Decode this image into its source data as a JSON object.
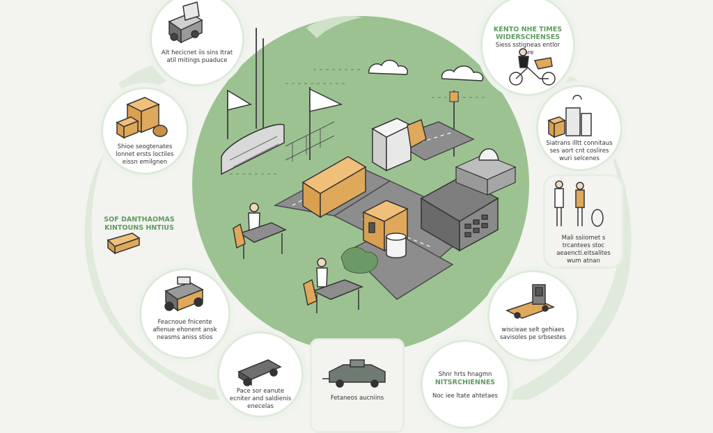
{
  "colors": {
    "background": "#f3f3ef",
    "circle_fill": "#9cc292",
    "accent_green": "#5f9b62",
    "tan": "#e0a85a",
    "dark_gray": "#5b5b5b"
  },
  "nodes": {
    "top_left": {
      "caption": "Alt hecicnet iis sins Itrat atil mitings puaduce",
      "icon": "trash-cart-icon"
    },
    "upper_left": {
      "caption": "Shioe seogtenates lonnet ersts loctiles eissn emilgnen",
      "icon": "boxes-icon"
    },
    "mid_left": {
      "title": "SOF DANTHAOMAS",
      "subtitle": "KINTOUNS HNTIUS",
      "icon": "log-bundle-icon"
    },
    "lower_left": {
      "caption": "Feacnoue fnicente afienue ehonent ansk neasms aniss stios",
      "icon": "cart-icon"
    },
    "bottom_left": {
      "caption": "Pace sor eanute ecniter and saldienis enecelas",
      "icon": "truck-icon"
    },
    "bottom_center": {
      "caption": "Fetaneos aucniins",
      "icon": "wagon-icon"
    },
    "bottom_right": {
      "caption": "Shnr hrts hnagmn",
      "title": "NITSRCHIENNES",
      "caption2": "Noc iee ltate ahtetaes",
      "icon": "none"
    },
    "top_right": {
      "title": "KENTO NHE TIMES",
      "subtitle": "WIDERSCHENSES",
      "caption": "Siess sstigneas entlor thre",
      "icon": "bicycle-icon"
    },
    "upper_right": {
      "caption": "Siatrans illtt connitaus ses aort cnt coslires wuri selcenes",
      "icon": "machine-icon"
    },
    "mid_right": {
      "caption": "Mali ssiiomet s trcantees stoc aeaencti.eitsalites wum atnan",
      "icon": "people-icon"
    },
    "lower_right": {
      "caption": "wiscieae selt gehiaes savisoles pe srbsestes",
      "icon": "forklift-icon"
    }
  }
}
